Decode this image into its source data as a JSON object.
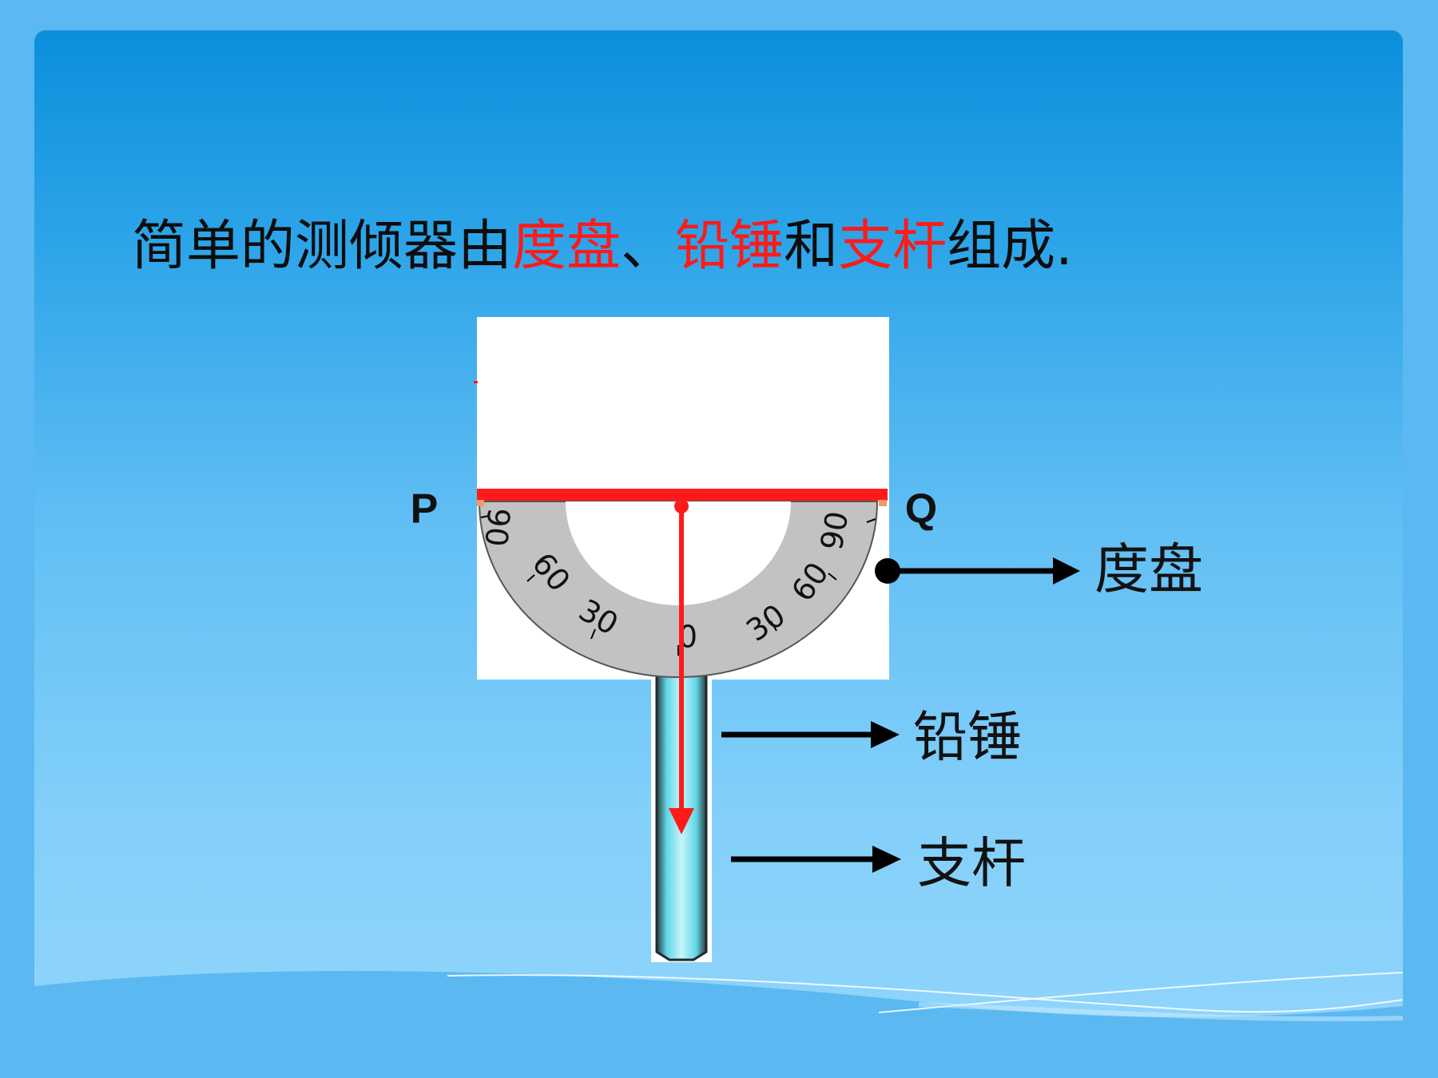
{
  "title": {
    "segments": [
      {
        "text": "简单的测倾器由",
        "color": "#0d0d0d"
      },
      {
        "text": "度盘",
        "color": "#ff1a1a"
      },
      {
        "text": "、",
        "color": "#0d0d0d"
      },
      {
        "text": "铅锤",
        "color": "#ff1a1a"
      },
      {
        "text": "和",
        "color": "#0d0d0d"
      },
      {
        "text": "支杆",
        "color": "#ff1a1a"
      },
      {
        "text": "组成.",
        "color": "#0d0d0d"
      }
    ]
  },
  "diagram": {
    "point_left": "P",
    "point_right": "Q",
    "scale_left": [
      "90",
      "60",
      "30"
    ],
    "scale_center": "0",
    "scale_right": [
      "30",
      "60",
      "90"
    ],
    "labels": {
      "dial": "度盘",
      "plumb": "铅锤",
      "rod": "支杆"
    }
  },
  "colors": {
    "accent_red": "#ff1a1a",
    "dial_gray": "#c0c0c0",
    "rod_cyan": "#5fd6e6"
  }
}
